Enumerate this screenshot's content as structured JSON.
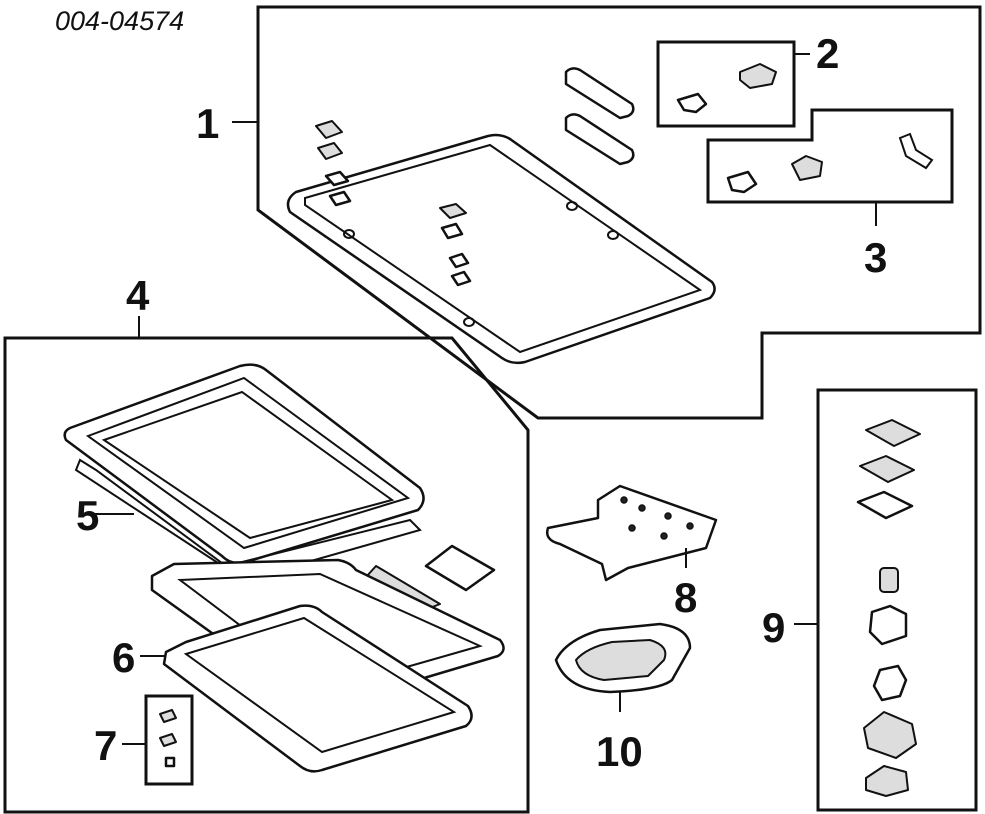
{
  "diagram": {
    "part_code": "004-04574",
    "callouts": [
      {
        "id": "1",
        "label": "1"
      },
      {
        "id": "2",
        "label": "2"
      },
      {
        "id": "3",
        "label": "3"
      },
      {
        "id": "4",
        "label": "4"
      },
      {
        "id": "5",
        "label": "5"
      },
      {
        "id": "6",
        "label": "6"
      },
      {
        "id": "7",
        "label": "7"
      },
      {
        "id": "8",
        "label": "8"
      },
      {
        "id": "9",
        "label": "9"
      },
      {
        "id": "10",
        "label": "10"
      }
    ],
    "colors": {
      "line": "#111111",
      "background": "#ffffff",
      "shade": "#dddddd"
    }
  }
}
